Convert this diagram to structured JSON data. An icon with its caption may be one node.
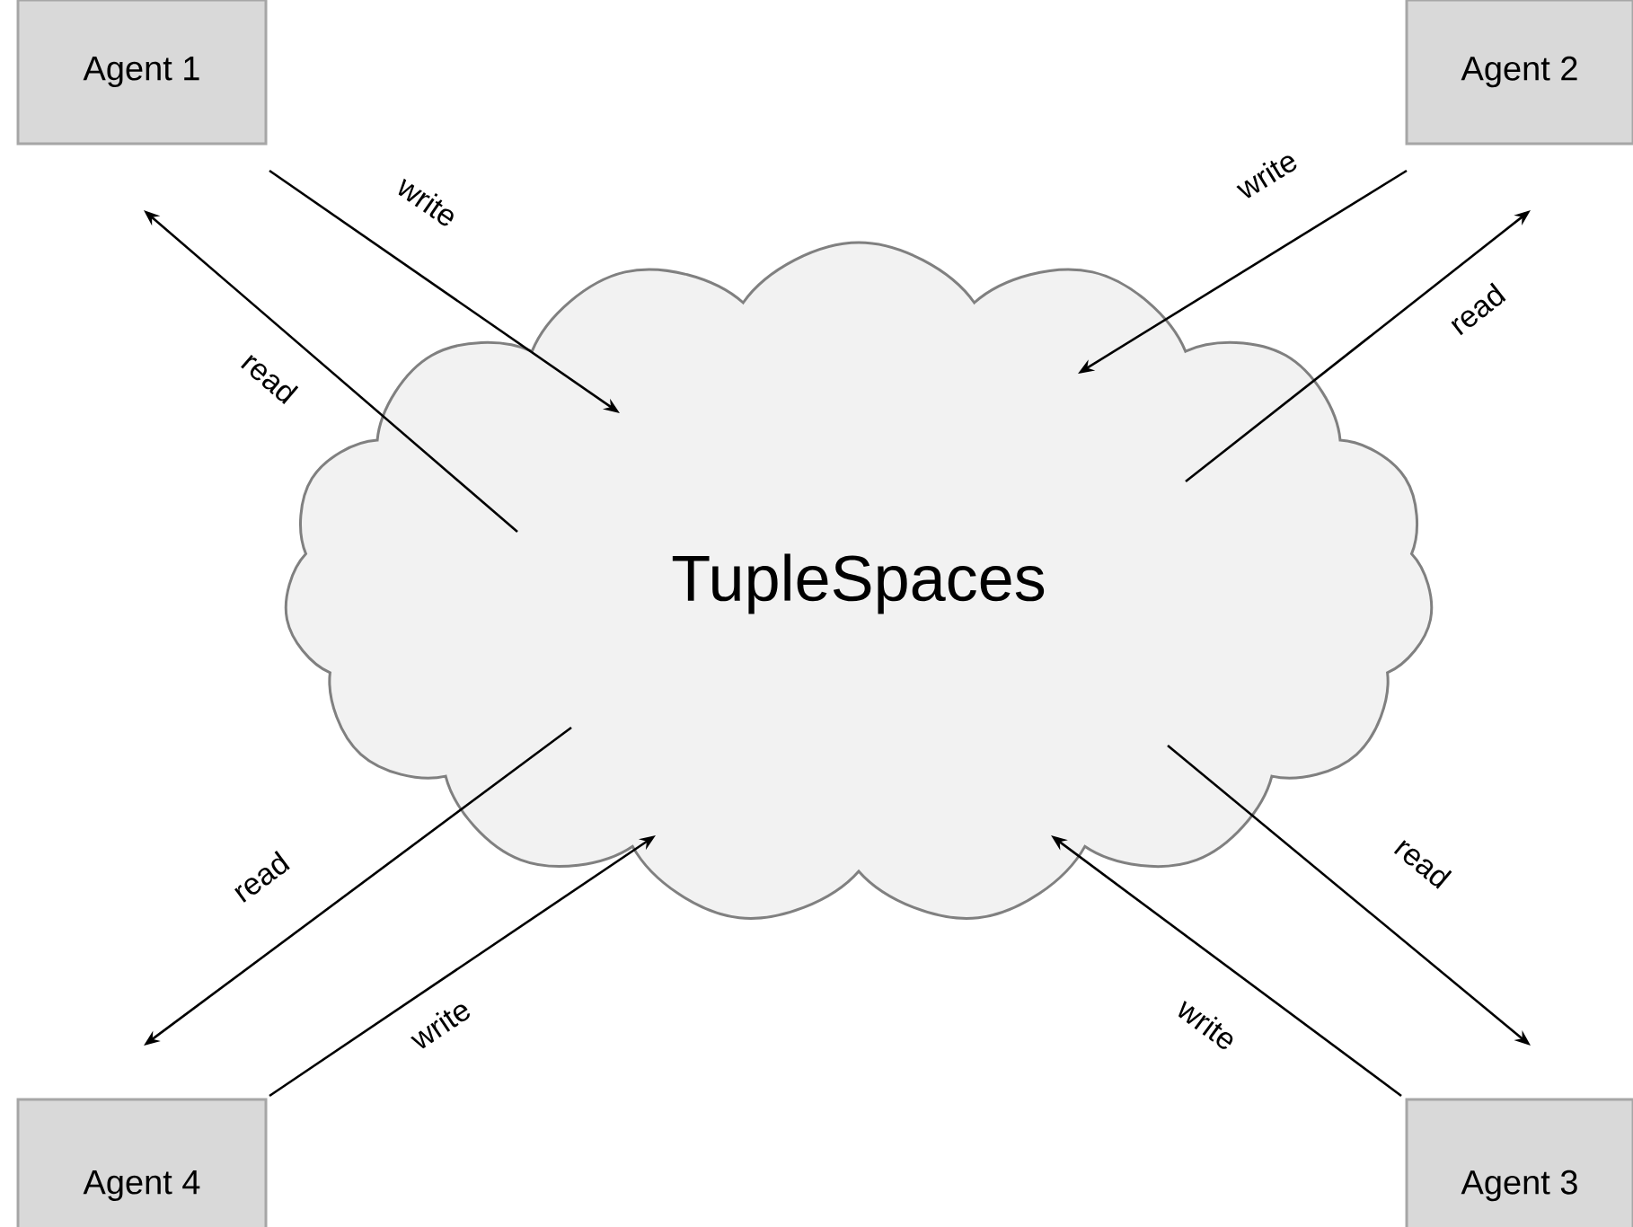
{
  "diagram": {
    "nodes": [
      {
        "text": [
          "Agent 1"
        ]
      },
      {
        "text": [
          "Agent 2"
        ]
      },
      {
        "text": [
          "TupleSpaces"
        ]
      },
      {
        "text": [
          "Agent 4"
        ]
      },
      {
        "text": [
          "Agent 3"
        ]
      }
    ],
    "edges": [
      {
        "from": 0,
        "to": 2,
        "arrow": "to",
        "label": "write"
      },
      {
        "from": 2,
        "to": 0,
        "arrow": "to",
        "label": "read"
      },
      {
        "from": 1,
        "to": 2,
        "arrow": "to",
        "label": "write"
      },
      {
        "from": 2,
        "to": 1,
        "arrow": "to",
        "label": "read"
      },
      {
        "from": 2,
        "to": 3,
        "arrow": "to",
        "label": "read"
      },
      {
        "from": 3,
        "to": 2,
        "arrow": "to",
        "label": "write"
      },
      {
        "from": 2,
        "to": 4,
        "arrow": "to",
        "label": "read"
      },
      {
        "from": 4,
        "to": 2,
        "arrow": "to",
        "label": "write"
      }
    ]
  }
}
